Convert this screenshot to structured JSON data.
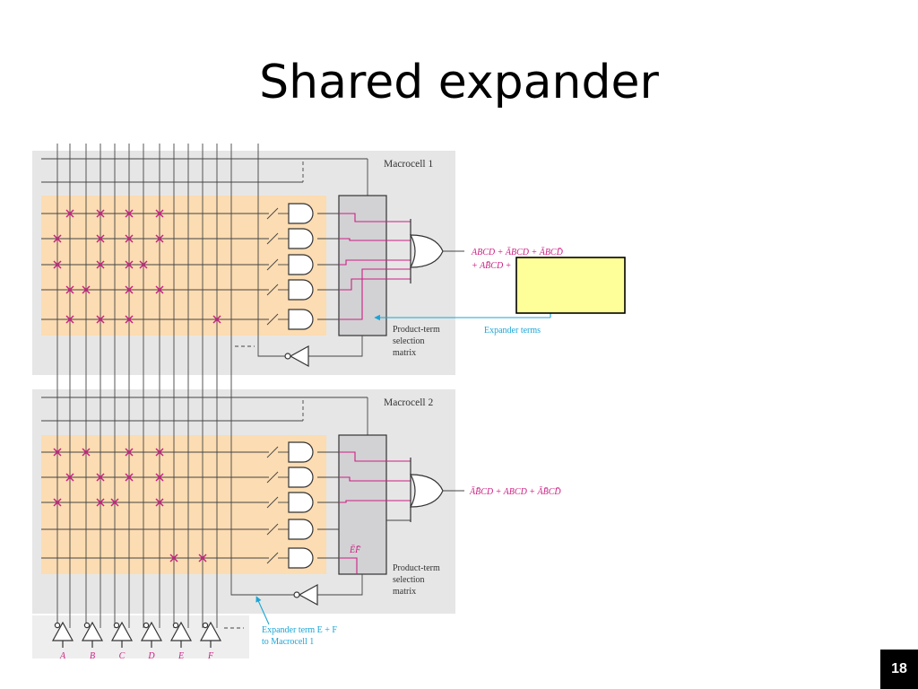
{
  "slide": {
    "title": "Shared expander",
    "page_number": "18"
  },
  "colors": {
    "panel": "#e6e6e6",
    "array": "#fcdcb2",
    "matrix": "#d2d2d4",
    "magenta": "#cc1f83",
    "cyan": "#1aa5d6",
    "callout": "#ffff99"
  },
  "macrocells": [
    {
      "label": "Macrocell 1",
      "matrix_label": [
        "Product-term",
        "selection",
        "matrix"
      ],
      "output_lines": [
        "ABCD + ĀBCD + ĀBCD̄",
        "+ AB̄CD + "
      ]
    },
    {
      "label": "Macrocell 2",
      "matrix_label": [
        "Product-term",
        "selection",
        "matrix"
      ],
      "output_lines": [
        "ĀB̄CD + ABCD + ĀB̄CD̄"
      ],
      "expander_label": "ĒF̄"
    }
  ],
  "annotations": {
    "expander_terms": "Expander terms",
    "expander_term_line1": "Expander term E + F",
    "expander_term_line2": "to Macrocell 1"
  },
  "inputs": [
    "A",
    "B",
    "C",
    "D",
    "E",
    "F"
  ]
}
